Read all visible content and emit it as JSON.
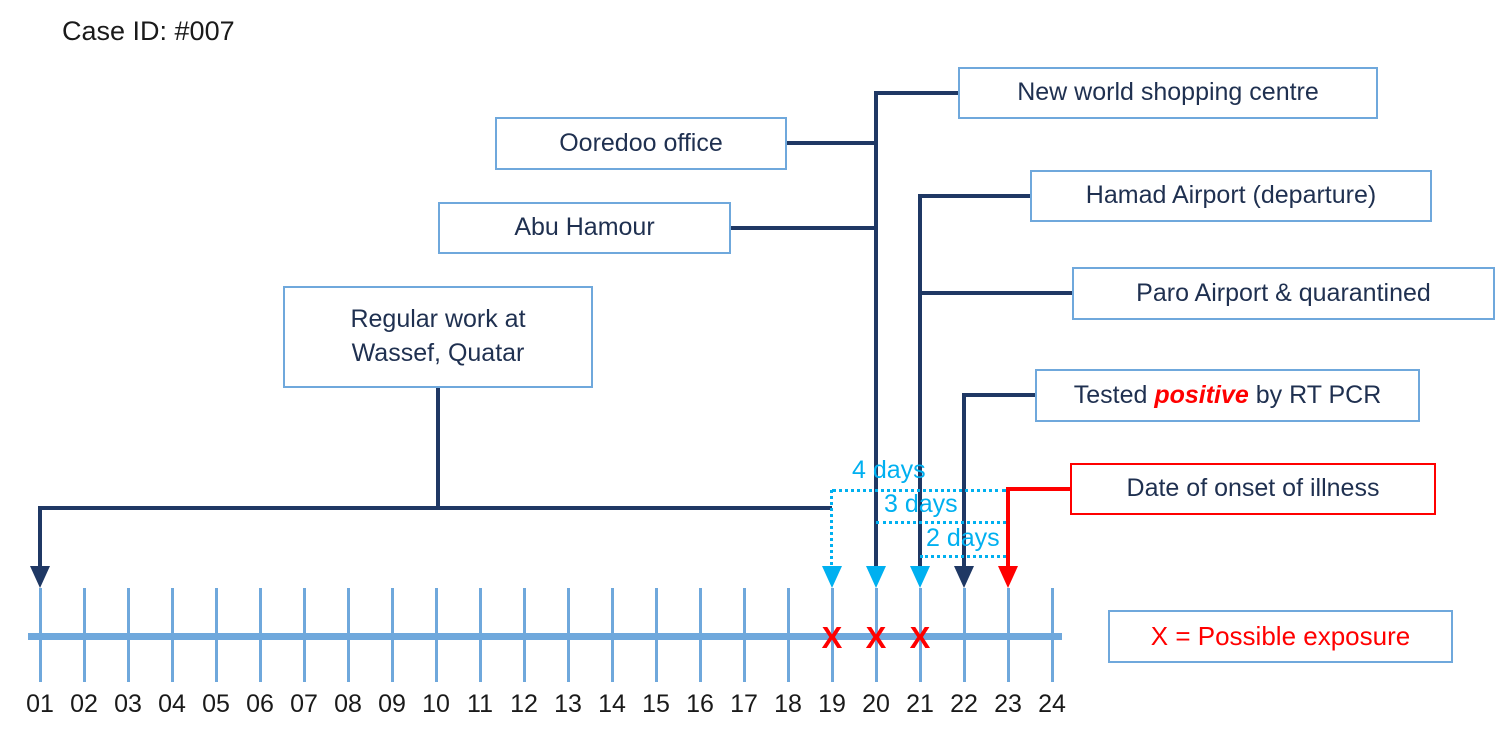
{
  "title": "Case ID: #007",
  "boxes": {
    "regular_work": {
      "line1": "Regular work at",
      "line2": "Wassef, Quatar"
    },
    "ooredoo": {
      "label": "Ooredoo office"
    },
    "new_world": {
      "label": "New world shopping centre"
    },
    "abu_hamour": {
      "label": "Abu Hamour"
    },
    "hamad_airport": {
      "label": "Hamad Airport (departure)"
    },
    "paro_airport": {
      "label": "Paro Airport & quarantined"
    },
    "tested_positive": {
      "prefix": "Tested ",
      "highlight": "positive",
      "suffix": " by RT PCR"
    },
    "onset": {
      "label": "Date of onset of illness"
    },
    "legend": {
      "label": "X = Possible exposure"
    }
  },
  "intervals": [
    {
      "label": "4 days"
    },
    {
      "label": "3 days"
    },
    {
      "label": "2 days"
    }
  ],
  "timeline": {
    "days": [
      "01",
      "02",
      "03",
      "04",
      "05",
      "06",
      "07",
      "08",
      "09",
      "10",
      "11",
      "12",
      "13",
      "14",
      "15",
      "16",
      "17",
      "18",
      "19",
      "20",
      "21",
      "22",
      "23",
      "24"
    ],
    "exposure_days": [
      "19",
      "20",
      "21"
    ],
    "exposure_symbol": "X",
    "tested_day": "22",
    "onset_day": "23"
  },
  "colors": {
    "navy": "#1f3864",
    "box_border_blue": "#6fa8dc",
    "cyan": "#00b0f0",
    "red": "#ff0000",
    "timeline_blue": "#6fa8dc"
  }
}
